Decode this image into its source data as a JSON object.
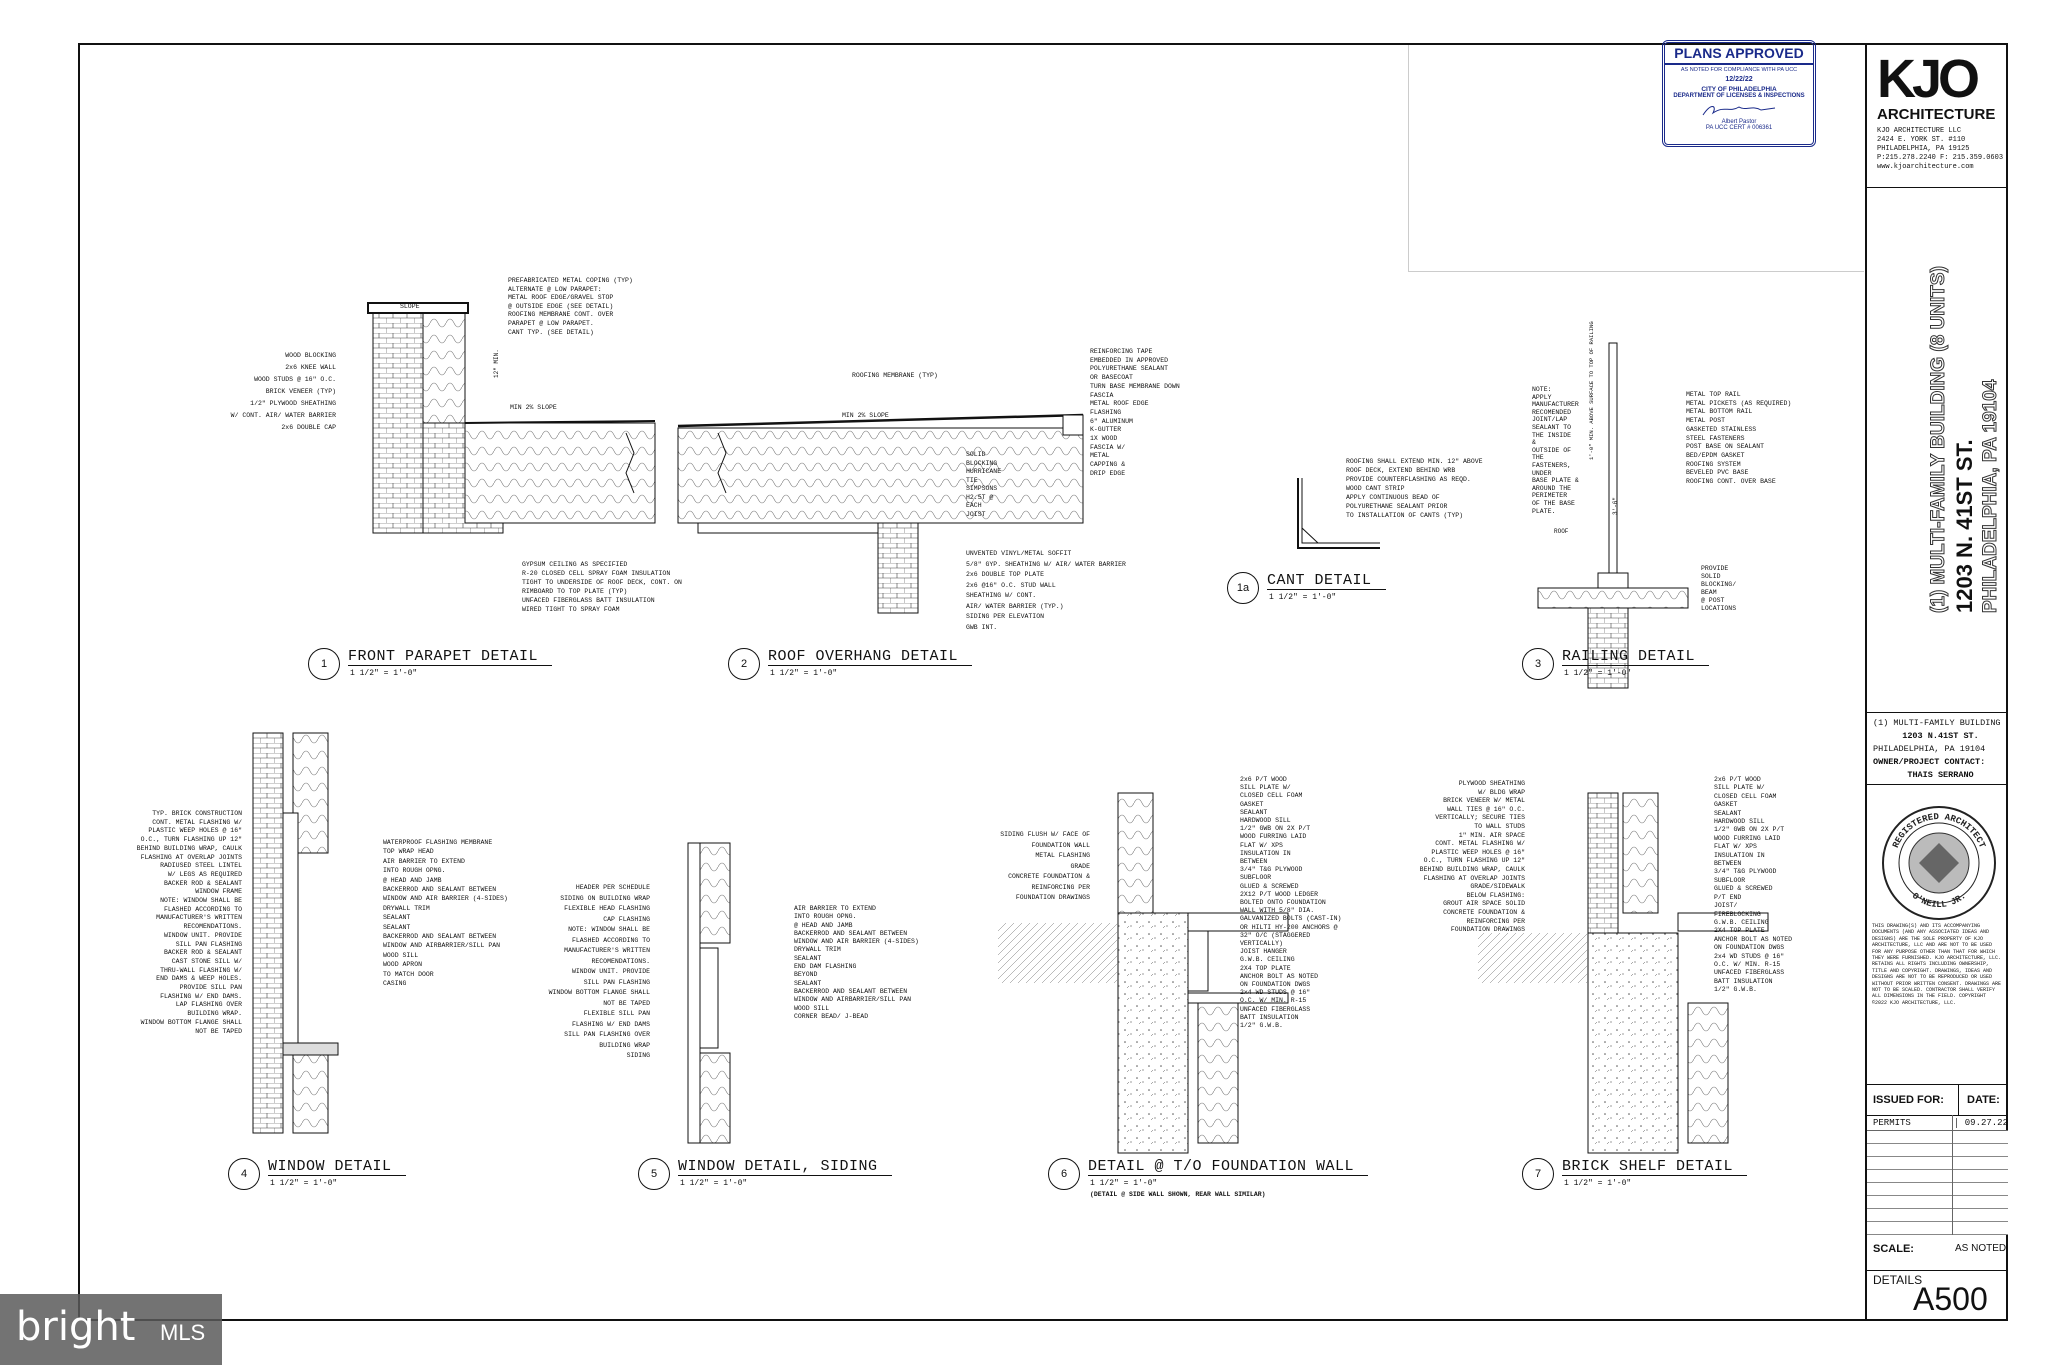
{
  "stamp": {
    "title": "PLANS APPROVED",
    "line1": "AS NOTED FOR COMPLIANCE WITH PA UCC",
    "date": "12/22/22",
    "city": "CITY OF PHILADELPHIA",
    "dept": "DEPARTMENT OF LICENSES & INSPECTIONS",
    "name": "Albert Pastor",
    "cert": "PA UCC CERT # 006361"
  },
  "firm": {
    "logo": "KJO",
    "name": "ARCHITECTURE",
    "company": "KJO ARCHITECTURE LLC",
    "address1": "2424 E. YORK ST. #110",
    "address2": "PHILADELPHIA, PA 19125",
    "phone": "P:215.278.2240 F: 215.359.0603",
    "web": "www.kjoarchitecture.com"
  },
  "project_vertical": {
    "line1": "(1) MULTI-FAMILY BUILDING (8 UNITS)",
    "line2": "1203 N. 41ST ST.",
    "line3": "PHILADELPHIA, PA 19104"
  },
  "project_info": {
    "name": "(1) MULTI-FAMILY BUILDING",
    "street": "1203 N.41ST ST.",
    "city": "PHILADELPHIA, PA 19104",
    "contact_label": "OWNER/PROJECT CONTACT:",
    "contact_name": "THAIS SERRANO"
  },
  "seal": {
    "top": "REGISTERED ARCHITECT",
    "bottom": "O'NEILL JR."
  },
  "disclaimer": "THIS DRAWING(S) AND ITS ACCOMPANYING DOCUMENTS (AND ANY ASSOCIATED IDEAS AND DESIGNS) ARE THE SOLE PROPERTY OF KJO ARCHITECTURE, LLC AND ARE NOT TO BE USED FOR ANY PURPOSE OTHER THAN THAT FOR WHICH THEY WERE FURNISHED. KJO ARCHITECTURE, LLC. RETAINS ALL RIGHTS INCLUDING OWNERSHIP, TITLE AND COPYRIGHT. DRAWINGS, IDEAS AND DESIGNS ARE NOT TO BE REPRODUCED OR USED WITHOUT PRIOR WRITTEN CONSENT. DRAWINGS ARE NOT TO BE SCALED. CONTRACTOR SHALL VERIFY ALL DIMENSIONS IN THE FIELD. COPYRIGHT ©2022 KJO ARCHITECTURE, LLC.",
  "issued": {
    "label": "ISSUED FOR:",
    "date_label": "DATE:",
    "rows": [
      {
        "for": "PERMITS",
        "date": "09.27.22"
      }
    ]
  },
  "scale": {
    "label": "SCALE:",
    "value": "AS NOTED"
  },
  "sheet": {
    "title": "DETAILS",
    "number": "A500"
  },
  "details": [
    {
      "num": "1",
      "title": "FRONT PARAPET DETAIL",
      "scale": "1 1/2\" = 1'-0\""
    },
    {
      "num": "2",
      "title": "ROOF OVERHANG DETAIL",
      "scale": "1 1/2\" = 1'-0\""
    },
    {
      "num": "1a",
      "title": "CANT DETAIL",
      "scale": "1 1/2\" = 1'-0\""
    },
    {
      "num": "3",
      "title": "RAILING DETAIL",
      "scale": "1 1/2\" = 1'-0\""
    },
    {
      "num": "4",
      "title": "WINDOW DETAIL",
      "scale": "1 1/2\" = 1'-0\""
    },
    {
      "num": "5",
      "title": "WINDOW DETAIL, SIDING",
      "scale": "1 1/2\" = 1'-0\""
    },
    {
      "num": "6",
      "title": "DETAIL @ T/O FOUNDATION WALL",
      "scale": "1 1/2\" = 1'-0\"",
      "note": "(DETAIL @ SIDE WALL SHOWN, REAR WALL SIMILAR)"
    },
    {
      "num": "7",
      "title": "BRICK SHELF DETAIL",
      "scale": "1 1/2\" = 1'-0\""
    }
  ],
  "notes_d1_right": [
    "PREFABRICATED METAL COPING (TYP)",
    "ALTERNATE @ LOW PARAPET:",
    "METAL ROOF EDGE/GRAVEL STOP",
    "@ OUTSIDE EDGE (SEE DETAIL)",
    "ROOFING MEMBRANE CONT. OVER",
    "PARAPET @ LOW PARAPET.",
    "CANT TYP. (SEE DETAIL)"
  ],
  "notes_d1_left": [
    "WOOD BLOCKING",
    "2x6 KNEE WALL",
    "WOOD STUDS @ 16\" O.C.",
    "BRICK VENEER (TYP)",
    "1/2\" PLYWOOD SHEATHING",
    "W/ CONT. AIR/ WATER BARRIER",
    "2x6 DOUBLE CAP"
  ],
  "notes_d1_bottom": [
    "GYPSUM CEILING AS SPECIFIED",
    "R-20 CLOSED CELL SPRAY FOAM INSULATION",
    "TIGHT TO UNDERSIDE OF ROOF DECK, CONT. ON",
    "RIMBOARD TO TOP PLATE (TYP)",
    "UNFACED FIBERGLASS BATT INSULATION",
    "WIRED TIGHT TO SPRAY FOAM"
  ],
  "d1_labels": {
    "slope": "SLOPE",
    "min_slope": "MIN 2% SLOPE",
    "min_height": "12\" MIN."
  },
  "notes_d2": [
    "REINFORCING TAPE",
    "EMBEDDED IN APPROVED",
    "POLYURETHANE SEALANT",
    "OR BASECOAT",
    "TURN BASE MEMBRANE DOWN",
    "FASCIA",
    "METAL ROOF EDGE",
    "FLASHING",
    "6\" ALUMINUM",
    "K-GUTTER",
    "1X WOOD",
    "FASCIA W/",
    "METAL",
    "CAPPING &",
    "DRIP EDGE"
  ],
  "notes_d2_mid": [
    "SOLID",
    "BLOCKING",
    "HURRICANE",
    "TIE",
    "SIMPSONS",
    "H2.5T @",
    "EACH",
    "JOIST"
  ],
  "notes_d2_bottom": [
    "UNVENTED VINYL/METAL SOFFIT",
    "5/8\" GYP. SHEATHING W/ AIR/ WATER BARRIER",
    "2x6 DOUBLE TOP PLATE",
    "2x6 @16\" O.C. STUD WALL",
    "SHEATHING W/ CONT.",
    "AIR/ WATER BARRIER (TYP.)",
    "SIDING PER ELEVATION",
    "GWB INT."
  ],
  "d2_labels": {
    "membrane": "ROOFING MEMBRANE (TYP)",
    "min_slope": "MIN 2% SLOPE"
  },
  "notes_1a": [
    "ROOFING SHALL EXTEND MIN. 12\" ABOVE",
    "ROOF DECK, EXTEND BEHIND WRB",
    "PROVIDE COUNTERFLASHING AS REQD.",
    "WOOD CANT STRIP",
    "APPLY CONTINUOUS BEAD OF",
    "POLYURETHANE SEALANT PRIOR",
    "TO INSTALLATION OF CANTS (TYP)"
  ],
  "notes_d3_left": [
    "NOTE:",
    "APPLY",
    "MANUFACTURER",
    "RECOMENDED",
    "JOINT/LAP",
    "SEALANT TO",
    "THE INSIDE",
    "&",
    "OUTSIDE OF",
    "THE",
    "FASTENERS,",
    "UNDER",
    "BASE PLATE &",
    "AROUND THE",
    "PERIMETER",
    "OF THE BASE",
    "PLATE."
  ],
  "notes_d3_right": [
    "METAL TOP RAIL",
    "METAL PICKETS (AS REQUIRED)",
    "METAL BOTTOM RAIL",
    "METAL POST",
    "GASKETED STAINLESS",
    "STEEL FASTENERS",
    "POST BASE ON SEALANT",
    "BED/EPDM GASKET",
    "ROOFING SYSTEM",
    "BEVELED PVC BASE",
    "ROOFING CONT. OVER BASE"
  ],
  "notes_d3_bottom": [
    "PROVIDE",
    "SOLID",
    "BLOCKING/",
    "BEAM",
    "@ POST",
    "LOCATIONS"
  ],
  "d3_labels": {
    "height": "3'-6\"",
    "vertical": "1'-0\" MIN. ABOVE SURFACE TO TOP OF RAILING",
    "roof": "ROOF"
  },
  "notes_d4_left": [
    "TYP. BRICK CONSTRUCTION",
    "CONT. METAL FLASHING W/",
    "PLASTIC WEEP HOLES @ 16\"",
    "O.C., TURN FLASHING UP 12\"",
    "BEHIND BUILDING WRAP, CAULK",
    "FLASHING AT OVERLAP JOINTS",
    "RADIUSED STEEL LINTEL",
    "W/ LEGS AS REQUIRED",
    "BACKER ROD & SEALANT",
    "WINDOW FRAME",
    "NOTE: WINDOW SHALL BE",
    "FLASHED ACCORDING TO",
    "MANUFACTURER'S WRITTEN",
    "RECOMENDATIONS.",
    "WINDOW UNIT. PROVIDE",
    "SILL PAN FLASHING",
    "BACKER ROD & SEALANT",
    "CAST STONE SILL W/",
    "THRU-WALL FLASHING W/",
    "END DAMS & WEEP HOLES.",
    "PROVIDE SILL PAN",
    "FLASHING W/ END DAMS.",
    "LAP FLASHING OVER",
    "BUILDING WRAP.",
    "WINDOW BOTTOM FLANGE SHALL",
    "NOT BE TAPED"
  ],
  "notes_d4_right": [
    "WATERPROOF FLASHING MEMBRANE",
    "TOP WRAP HEAD",
    "AIR BARRIER TO EXTEND",
    "INTO ROUGH OPNG.",
    "@ HEAD AND JAMB",
    "BACKERROD AND SEALANT BETWEEN",
    "WINDOW AND AIR BARRIER (4-SIDES)",
    "DRYWALL TRIM",
    "SEALANT",
    "SEALANT",
    "BACKERROD AND SEALANT BETWEEN",
    "WINDOW AND AIRBARRIER/SILL PAN",
    "WOOD SILL",
    "WOOD APRON",
    "TO MATCH DOOR",
    "CASING"
  ],
  "notes_d5_left": [
    "HEADER PER SCHEDULE",
    "SIDING ON BUILDING WRAP",
    "FLEXIBLE HEAD FLASHING",
    "CAP FLASHING",
    "NOTE: WINDOW SHALL BE",
    "FLASHED ACCORDING TO",
    "MANUFACTURER'S WRITTEN",
    "RECOMENDATIONS.",
    "WINDOW UNIT. PROVIDE",
    "SILL PAN FLASHING",
    "WINDOW BOTTOM FLANGE SHALL",
    "NOT BE TAPED",
    "FLEXIBLE SILL PAN",
    "FLASHING W/ END DAMS",
    "SILL PAN FLASHING OVER",
    "BUILDING WRAP",
    "SIDING"
  ],
  "notes_d5_right": [
    "AIR BARRIER TO EXTEND",
    "INTO ROUGH OPNG.",
    "@ HEAD AND JAMB",
    "BACKERROD AND SEALANT BETWEEN",
    "WINDOW AND AIR BARRIER (4-SIDES)",
    "DRYWALL TRIM",
    "SEALANT",
    "END DAM FLASHING",
    "BEYOND",
    "SEALANT",
    "BACKERROD AND SEALANT BETWEEN",
    "WINDOW AND AIRBARRIER/SILL PAN",
    "WOOD SILL",
    "CORNER BEAD/ J-BEAD"
  ],
  "notes_d6_left": [
    "SIDING FLUSH W/ FACE OF",
    "FOUNDATION WALL",
    "METAL FLASHING",
    "GRADE",
    "CONCRETE FOUNDATION &",
    "REINFORCING PER",
    "FOUNDATION DRAWINGS"
  ],
  "notes_d6_right": [
    "2x6 P/T WOOD",
    "SILL PLATE W/",
    "CLOSED CELL FOAM",
    "GASKET",
    "SEALANT",
    "HARDWOOD SILL",
    "1/2\" GWB ON 2X P/T",
    "WOOD FURRING LAID",
    "FLAT W/ XPS",
    "INSULATION IN",
    "BETWEEN",
    "3/4\" T&G PLYWOOD",
    "SUBFLOOR",
    "GLUED & SCREWED",
    "2X12 P/T WOOD LEDGER",
    "BOLTED ONTO FOUNDATION",
    "WALL WITH 5/8\" DIA.",
    "GALVANIZED BOLTS (CAST-IN)",
    "OR HILTI HY-200 ANCHORS @",
    "32\" O/C (STAGGERED",
    "VERTICALLY)",
    "JOIST HANGER",
    "G.W.B. CEILING",
    "2X4 TOP PLATE",
    "ANCHOR BOLT AS NOTED",
    "ON FOUNDATION DWGS",
    "2x4 WD STUDS @ 16\"",
    "O.C. W/ MIN. R-15",
    "UNFACED FIBERGLASS",
    "BATT INSULATION",
    "1/2\" G.W.B."
  ],
  "notes_d7_left": [
    "PLYWOOD SHEATHING",
    "W/ BLDG WRAP",
    "BRICK VENEER W/ METAL",
    "WALL TIES @ 16\" O.C.",
    "VERTICALLY; SECURE TIES",
    "TO WALL STUDS",
    "1\" MIN. AIR SPACE",
    "CONT. METAL FLASHING W/",
    "PLASTIC WEEP HOLES @ 16\"",
    "O.C., TURN FLASHING UP 12\"",
    "BEHIND BUILDING WRAP, CAULK",
    "FLASHING AT OVERLAP JOINTS",
    "GRADE/SIDEWALK",
    "BELOW FLASHING:",
    "GROUT AIR SPACE SOLID",
    "CONCRETE FOUNDATION &",
    "REINFORCING PER",
    "FOUNDATION DRAWINGS"
  ],
  "notes_d7_right": [
    "2x6 P/T WOOD",
    "SILL PLATE W/",
    "CLOSED CELL FOAM",
    "GASKET",
    "SEALANT",
    "HARDWOOD SILL",
    "1/2\" GWB ON 2X P/T",
    "WOOD FURRING LAID",
    "FLAT W/ XPS",
    "INSULATION IN",
    "BETWEEN",
    "3/4\" T&G PLYWOOD",
    "SUBFLOOR",
    "GLUED & SCREWED",
    "P/T END",
    "JOIST/",
    "FIREBLOCKING",
    "G.W.B. CEILING",
    "2X4 TOP PLATE",
    "ANCHOR BOLT AS NOTED",
    "ON FOUNDATION DWGS",
    "2x4 WD STUDS @ 16\"",
    "O.C. W/ MIN. R-15",
    "UNFACED FIBERGLASS",
    "BATT INSULATION",
    "1/2\" G.W.B."
  ],
  "watermark": {
    "brand": "bright",
    "suffix": "MLS"
  }
}
